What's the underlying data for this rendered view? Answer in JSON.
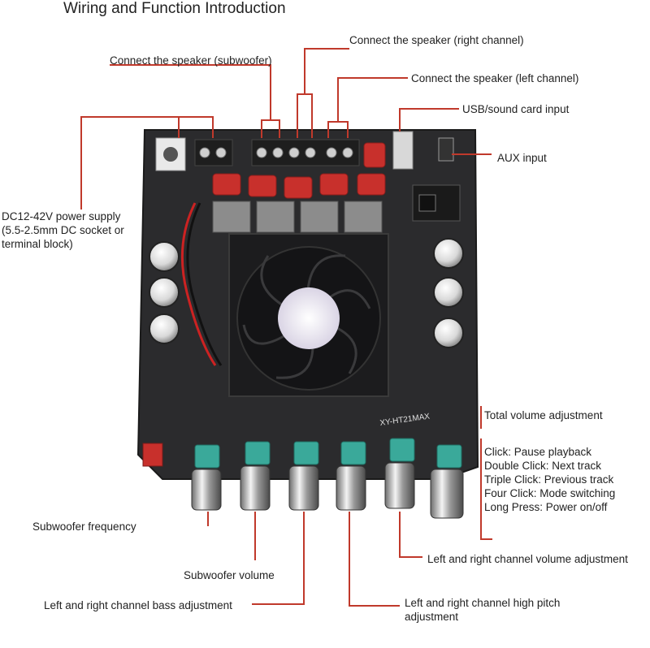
{
  "title": "Wiring and Function Introduction",
  "labels": {
    "sub_speaker": "Connect the speaker (subwoofer)",
    "right_speaker": "Connect the speaker (right channel)",
    "left_speaker": "Connect the speaker (left channel)",
    "usb_input": "USB/sound card input",
    "aux_input": "AUX input",
    "power_supply": "DC12-42V power supply (5.5-2.5mm DC socket or terminal block)",
    "total_volume": "Total volume adjustment",
    "sub_frequency": "Subwoofer frequency",
    "sub_volume": "Subwoofer volume",
    "bass_adjust": "Left and right channel bass adjustment",
    "high_pitch": "Left and right channel high pitch adjustment",
    "lr_volume": "Left and right channel volume adjustment",
    "board_model": "XY-HT21MAX"
  },
  "knob_functions": [
    "Click: Pause playback",
    "Double Click: Next track",
    "Triple Click: Previous track",
    "Four Click: Mode switching",
    "Long Press: Power on/off"
  ],
  "colors": {
    "leader_line": "#c0392b",
    "board": "#2b2b2d",
    "capacitor": "#c8302c",
    "knob_base": "#3aa99a",
    "fan": "#1c1c1e",
    "fan_hub": "#e8e4ee"
  }
}
